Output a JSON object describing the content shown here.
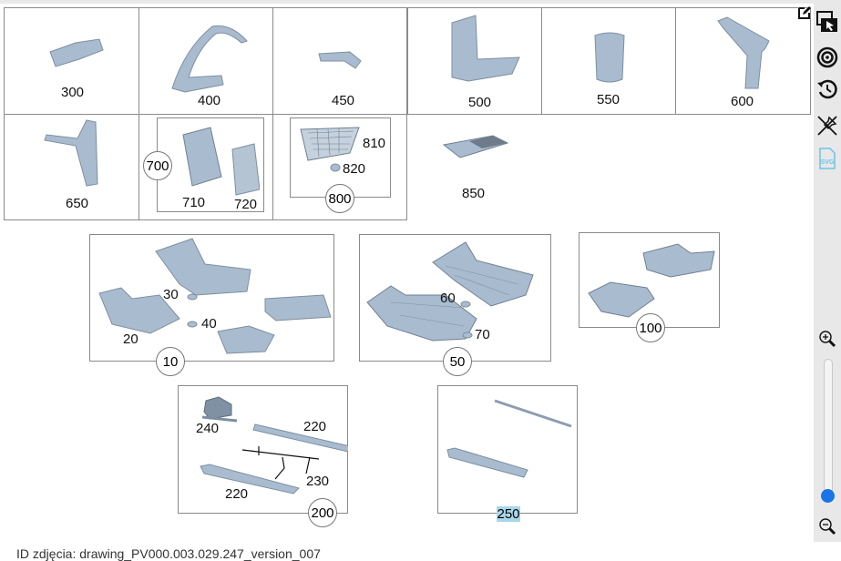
{
  "grid_row1": [
    "300",
    "400",
    "450",
    "500",
    "550",
    "600"
  ],
  "grid_row2": {
    "c650": "650",
    "c700": "700",
    "c710": "710",
    "c720": "720",
    "c800": "800",
    "c810": "810",
    "c820": "820",
    "c850": "850"
  },
  "group10": {
    "ref": "10",
    "parts": [
      "20",
      "30",
      "40"
    ]
  },
  "group50": {
    "ref": "50",
    "parts": [
      "60",
      "70"
    ]
  },
  "group100": {
    "ref": "100"
  },
  "group200": {
    "ref": "200",
    "parts": [
      "240",
      "220",
      "230",
      "220"
    ]
  },
  "group250": {
    "ref": "250"
  },
  "toolbar": {
    "icons": [
      "edit-icon",
      "select-area-icon",
      "target-icon",
      "history-icon",
      "unpin-icon",
      "svg-export-icon",
      "zoom-in-icon",
      "zoom-out-icon"
    ],
    "zoom_level": 0,
    "accent": "#1a73e8",
    "svg_color": "#6ec3ea"
  },
  "caption": "ID zdjęcia: drawing_PV000.003.029.247_version_007",
  "part_color": "#a9bccf"
}
